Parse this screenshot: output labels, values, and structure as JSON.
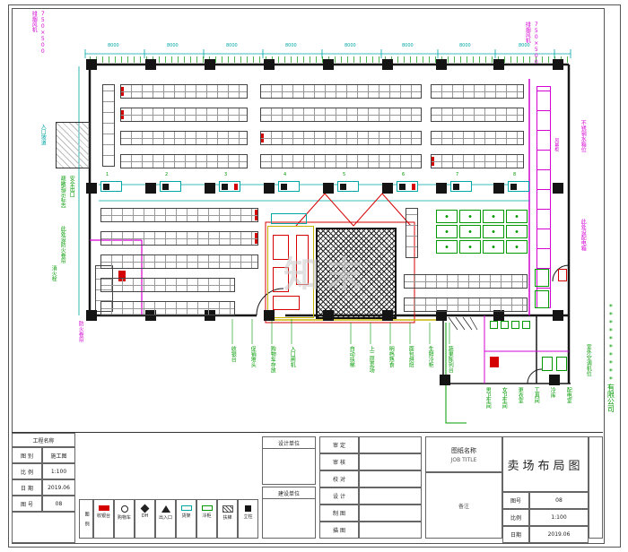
{
  "watermark": "知末",
  "dim_top": [
    "8000",
    "8000",
    "8000",
    "8000",
    "8000",
    "8000",
    "8000",
    "8000"
  ],
  "checkout_numbers": [
    "1",
    "2",
    "3",
    "4",
    "5",
    "6",
    "7",
    "8"
  ],
  "annotations": {
    "ramp": "入口坡道",
    "top_left_1": "排烟风机",
    "top_left_2": "750×500",
    "top_right_1": "排烟风机",
    "top_right_2": "750×500",
    "left_exit": "疏散指示标志",
    "left_exit2": "安全出口",
    "left_curtain": "此处设防火卷帘",
    "left_hydrant": "消火栓",
    "left_curtain2": "防火卷帘",
    "right_tank": "不锈钢水箱位",
    "right_power": "此处设配电箱",
    "right_ac": "室外空调机位",
    "corridor_shelf": "风幕柜",
    "bottom": [
      "收银台",
      "促销堆头",
      "购物车存放",
      "入口闸机",
      "自动扶梯",
      "上二层卖场",
      "明档熟食",
      "面包烘焙",
      "生鲜冷柜",
      "蔬果陈列台"
    ],
    "bottom_right": [
      "男卫生间",
      "女卫生间",
      "更衣室",
      "工具间",
      "冷库",
      "配电室"
    ]
  },
  "legend": {
    "title": "图 例",
    "items": [
      {
        "icon": "red-rect",
        "label": "收银台"
      },
      {
        "icon": "circle",
        "label": "购物车"
      },
      {
        "icon": "dh",
        "label": "DH"
      },
      {
        "icon": "tri",
        "label": "出入口"
      },
      {
        "icon": "cyan-rect",
        "label": "货架"
      },
      {
        "icon": "green-rect",
        "label": "冷柜"
      },
      {
        "icon": "hatch-rect",
        "label": "扶梯"
      },
      {
        "icon": "col-sq",
        "label": "立柱"
      }
    ]
  },
  "title_block": {
    "company": "**********有限公司",
    "project_label": "工程名称",
    "rows_left": [
      [
        "图 别",
        "施工图"
      ],
      [
        "比 例",
        "1:100"
      ],
      [
        "日 期",
        "2019.06"
      ],
      [
        "图 号",
        "08"
      ]
    ],
    "design_unit_label": "设计单位",
    "build_unit_label": "建设单位",
    "sign_rows": [
      [
        "审 定",
        ""
      ],
      [
        "审 核",
        ""
      ],
      [
        "校 对",
        ""
      ],
      [
        "设 计",
        ""
      ],
      [
        "制 图",
        ""
      ],
      [
        "描 图",
        ""
      ]
    ],
    "drawing_name_label": "图纸名称",
    "drawing_name_sub": "JOB TITLE",
    "drawing_title": "卖场布局图",
    "right_rows": [
      [
        "图号",
        "08"
      ],
      [
        "比例",
        "1:100"
      ],
      [
        "日期",
        "2019.06"
      ]
    ],
    "note_label": "备注"
  }
}
